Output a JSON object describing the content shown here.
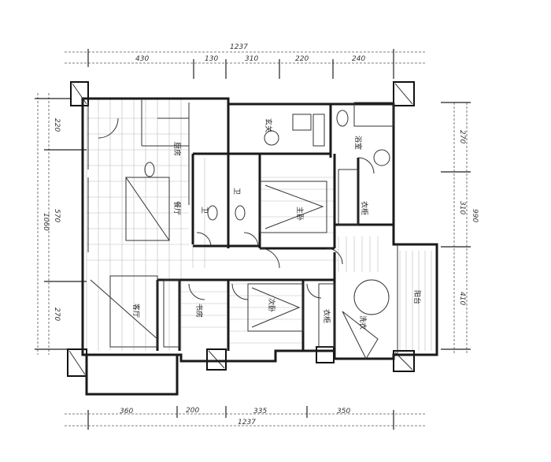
{
  "dimensions": {
    "top_total": "1237",
    "top_segments": [
      "430",
      "130",
      "310",
      "220",
      "240"
    ],
    "bottom_total": "1237",
    "bottom_segments": [
      "360",
      "200",
      "335",
      "350"
    ],
    "left_total": "1060",
    "left_segments": [
      "220",
      "570",
      "270"
    ],
    "right_total": "990",
    "right_segments": [
      "270",
      "310",
      "410"
    ]
  },
  "rooms": {
    "entry": "玄关",
    "kitchen": "厨房",
    "dining": "餐厅",
    "living": "客厅",
    "study": "书房",
    "bedroom2": "次卧",
    "master": "主卧",
    "bath1": "卫",
    "bath2": "卫",
    "master_bath": "浴室",
    "closet1": "衣柜",
    "closet2": "衣柜",
    "balcony": "阳台",
    "laundry": "洗衣"
  }
}
